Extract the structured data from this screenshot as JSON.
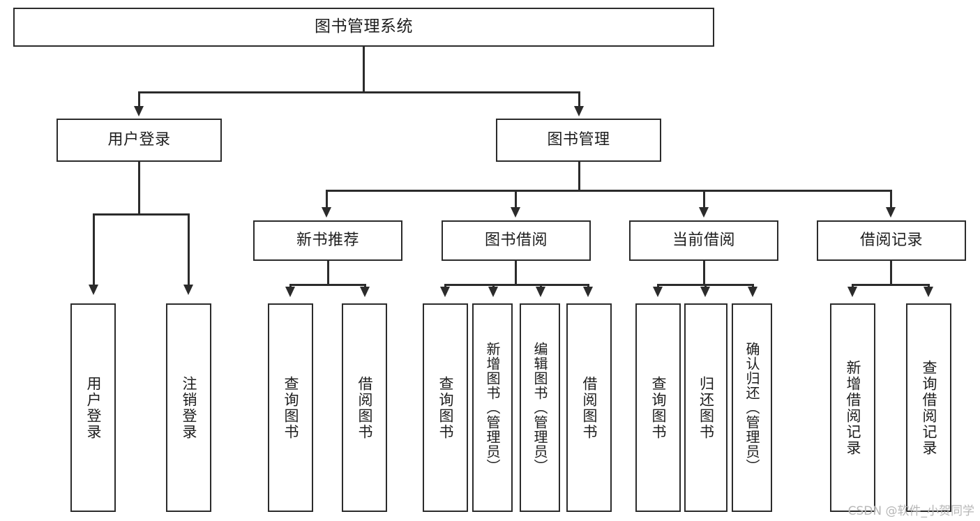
{
  "diagram": {
    "title": "图书管理系统",
    "type": "功能结构图",
    "watermark": "CSDN @软件_小贺同学"
  },
  "colors": {
    "box_border": "#2b2b2b",
    "box_fill": "#ffffff",
    "line": "#2b2b2b",
    "text": "#1d1d1d",
    "watermark": "#b7b7b7",
    "background": "#ffffff"
  },
  "nodes": {
    "root": {
      "label": "图书管理系统"
    },
    "level2": [
      {
        "label": "用户登录"
      },
      {
        "label": "图书管理"
      }
    ],
    "level3": [
      {
        "label": "新书推荐"
      },
      {
        "label": "图书借阅"
      },
      {
        "label": "当前借阅"
      },
      {
        "label": "借阅记录"
      }
    ],
    "leaves": {
      "user_login": [
        {
          "label": "用户登录"
        },
        {
          "label": "注销登录"
        }
      ],
      "new_book": [
        {
          "label": "查询图书"
        },
        {
          "label": "借阅图书"
        }
      ],
      "book_borrow": [
        {
          "label": "查询图书"
        },
        {
          "label": "新增图书（管理员）"
        },
        {
          "label": "编辑图书（管理员）"
        },
        {
          "label": "借阅图书"
        }
      ],
      "current_borrow": [
        {
          "label": "查询图书"
        },
        {
          "label": "归还图书"
        },
        {
          "label": "确认归还（管理员）"
        }
      ],
      "borrow_record": [
        {
          "label": "新增借阅记录"
        },
        {
          "label": "查询借阅记录"
        }
      ]
    }
  }
}
